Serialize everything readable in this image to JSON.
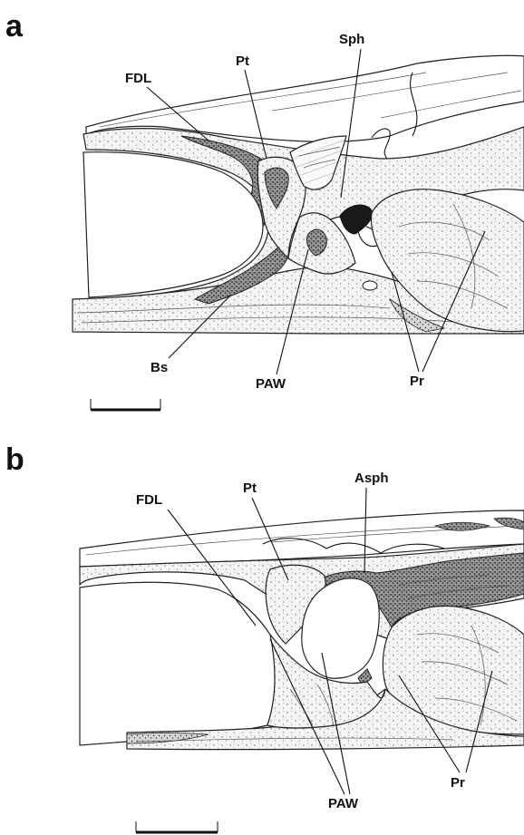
{
  "panels": [
    {
      "letter": "a",
      "labels": {
        "fdl": "FDL",
        "pt": "Pt",
        "sph": "Sph",
        "bs": "Bs",
        "paw": "PAW",
        "pr": "Pr"
      }
    },
    {
      "letter": "b",
      "labels": {
        "fdl": "FDL",
        "pt": "Pt",
        "asph": "Asph",
        "paw": "PAW",
        "pr": "Pr"
      }
    }
  ]
}
